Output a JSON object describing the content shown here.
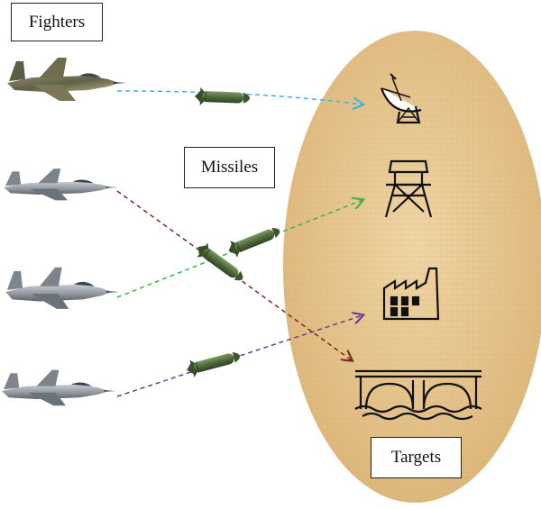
{
  "labels": {
    "fighters": "Fighters",
    "missiles": "Missiles",
    "targets": "Targets"
  },
  "fighters": [
    {
      "name": "fighter-1",
      "livery": "camouflage"
    },
    {
      "name": "fighter-2",
      "livery": "grey"
    },
    {
      "name": "fighter-3",
      "livery": "grey"
    },
    {
      "name": "fighter-4",
      "livery": "grey"
    }
  ],
  "targets": [
    {
      "name": "radar-dish-icon"
    },
    {
      "name": "water-tower-icon"
    },
    {
      "name": "factory-icon"
    },
    {
      "name": "bridge-icon"
    }
  ],
  "assignments": [
    {
      "fighter": 1,
      "target": 1,
      "color": "#3fb3d8"
    },
    {
      "fighter": 2,
      "target": 4,
      "color": "#7a2a22"
    },
    {
      "fighter": 3,
      "target": 2,
      "color": "#3cb54a"
    },
    {
      "fighter": 4,
      "target": 3,
      "color": "#6b3a8e"
    }
  ],
  "colors": {
    "target_region": "#e7c690",
    "missile_body": "#4f6a3a"
  }
}
